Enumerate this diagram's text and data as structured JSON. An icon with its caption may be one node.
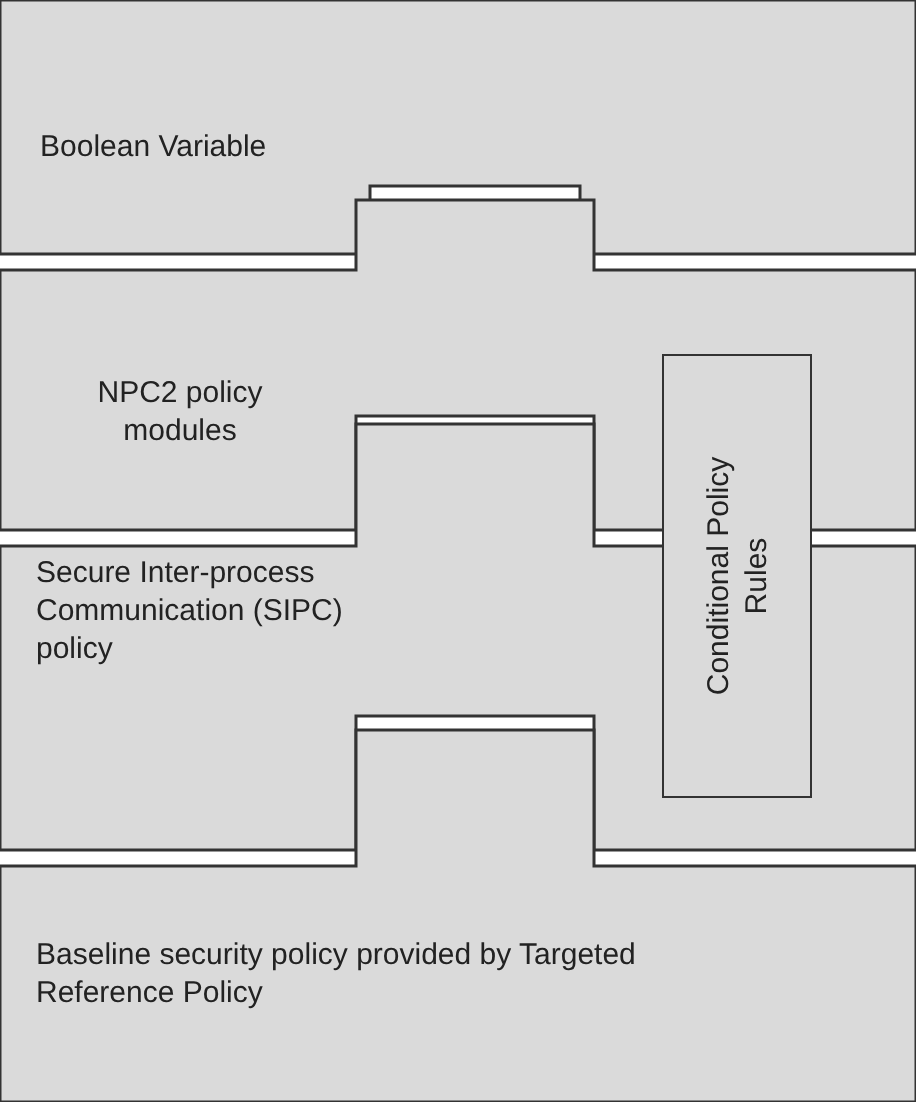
{
  "diagram": {
    "nodes": [
      {
        "text": [
          "Boolean Variable"
        ]
      },
      {
        "text": [
          "NPC2 policy modules"
        ]
      },
      {
        "text": [
          "Secure Inter-process Communication (SIPC) policy"
        ]
      },
      {
        "text": [
          "Baseline security policy provided by Targeted Reference Policy"
        ]
      },
      {
        "text": [
          "Conditional Policy Rules"
        ]
      }
    ]
  }
}
